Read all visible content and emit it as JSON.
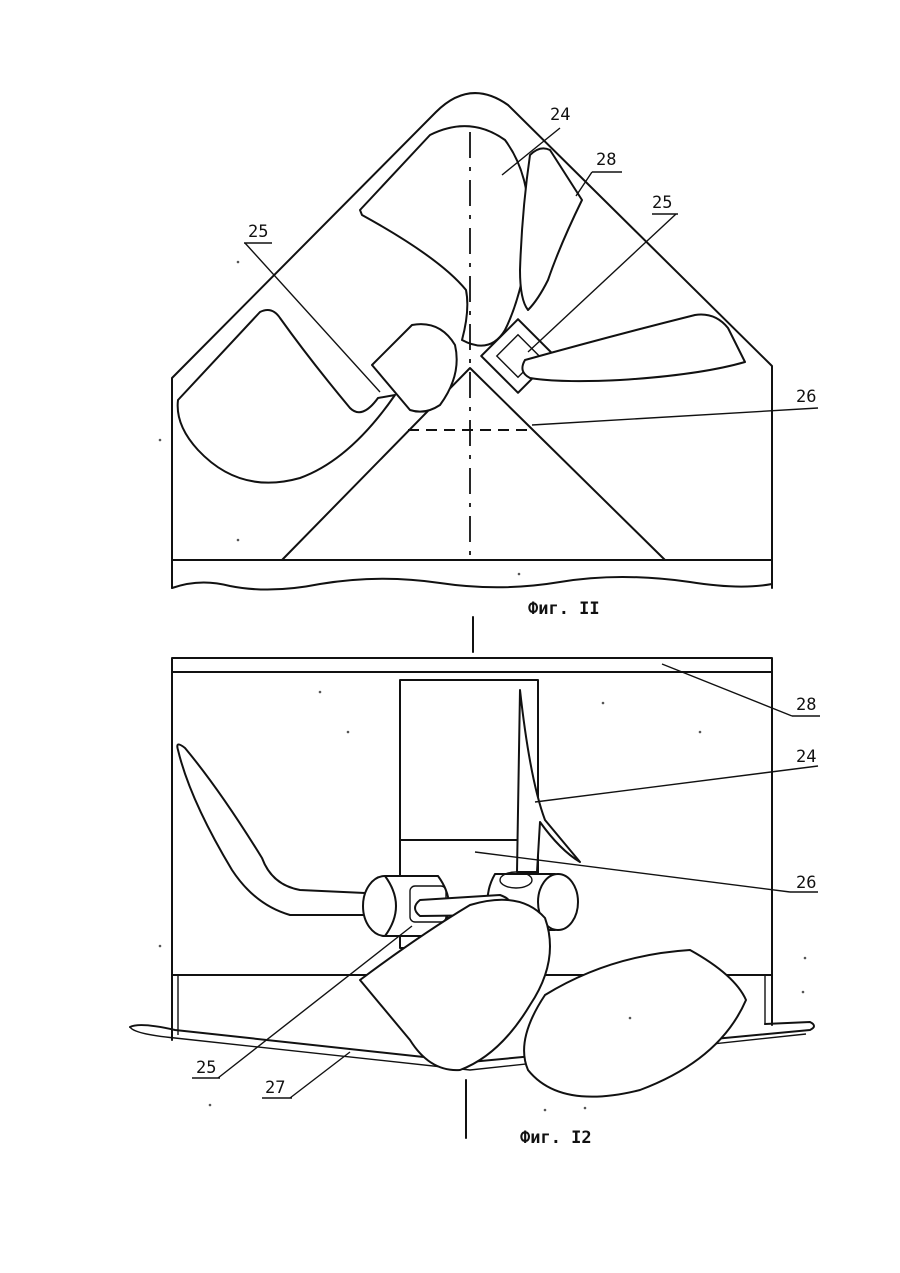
{
  "figures": [
    {
      "caption": "Фиг. II"
    },
    {
      "caption": "Фиг. I2"
    }
  ],
  "labels": {
    "f11": {
      "l24": "24",
      "l28": "28",
      "l25a": "25",
      "l25b": "25",
      "l26": "26"
    },
    "f12": {
      "l28": "28",
      "l24": "24",
      "l26": "26",
      "l25": "25",
      "l27": "27"
    }
  }
}
